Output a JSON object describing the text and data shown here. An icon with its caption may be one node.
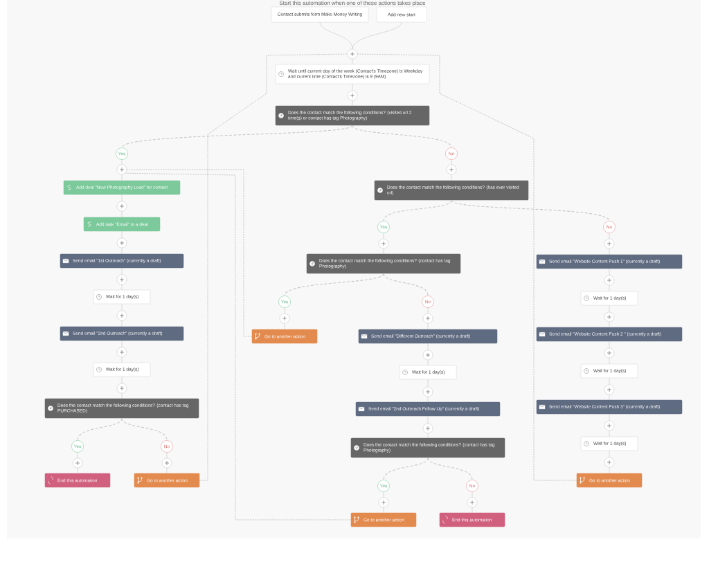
{
  "diagram": {
    "title": "Start this automation when one of these actions takes place",
    "nodes": [
      {
        "text": [
          "Contact submits form Make Money Writing"
        ]
      },
      {
        "text": [
          "Add new start"
        ]
      },
      {
        "text": [],
        "shape": "circle"
      },
      {
        "text": [
          "Wait until current day of the week (Contact's Timezone) is Weekday and current time (Contact's Timezone) is 9 (9AM)"
        ]
      },
      {
        "text": [],
        "shape": "circle"
      },
      {
        "text": [
          "Does the contact match the following conditions? (visited url 2 time(s) or contact has tag Photography)"
        ]
      },
      {
        "text": [
          "Yes"
        ]
      },
      {
        "text": [],
        "shape": "circle"
      },
      {
        "text": [
          "Add deal \"New Photography Lead\" for contact"
        ]
      },
      {
        "text": [],
        "shape": "circle"
      },
      {
        "text": [
          "Add task \"Email\" to a deal"
        ]
      },
      {
        "text": [],
        "shape": "circle"
      },
      {
        "text": [
          "Send email \"1st Outreach\" (currently a draft)"
        ]
      },
      {
        "text": [],
        "shape": "circle"
      },
      {
        "text": [
          "Wait for 1 day(s)"
        ]
      },
      {
        "text": [],
        "shape": "circle"
      },
      {
        "text": [
          "Send email \"2nd Outreach\" (currently a draft)"
        ]
      },
      {
        "text": [],
        "shape": "circle"
      },
      {
        "text": [
          "Wait for 1 day(s)"
        ]
      },
      {
        "text": [],
        "shape": "circle"
      },
      {
        "text": [
          "Does the contact match the following conditions? (contact has tag PURCHASED)"
        ]
      },
      {
        "text": [
          "Yes"
        ]
      },
      {
        "text": [],
        "shape": "circle"
      },
      {
        "text": [
          "End this automation"
        ]
      },
      {
        "text": [
          "No"
        ]
      },
      {
        "text": [],
        "shape": "circle"
      },
      {
        "text": [
          "Go to another action"
        ]
      },
      {
        "text": [
          "No"
        ]
      },
      {
        "text": [],
        "shape": "circle"
      },
      {
        "text": [
          "Does the contact match the following conditions? (has ever visited url)"
        ]
      },
      {
        "text": [
          "Yes"
        ]
      },
      {
        "text": [],
        "shape": "circle"
      },
      {
        "text": [
          "Does the contact match the following conditions? (contact has tag Photography)"
        ]
      },
      {
        "text": [
          "Yes"
        ]
      },
      {
        "text": [],
        "shape": "circle"
      },
      {
        "text": [
          "Go to another action"
        ]
      },
      {
        "text": [
          "No"
        ]
      },
      {
        "text": [],
        "shape": "circle"
      },
      {
        "text": [
          "Send email \"Different Outreach\" (currently a draft)"
        ]
      },
      {
        "text": [],
        "shape": "circle"
      },
      {
        "text": [
          "Wait for 1 day(s)"
        ]
      },
      {
        "text": [],
        "shape": "circle"
      },
      {
        "text": [
          "Send email \"2nd Outreach Follow Up\" (currently a draft)"
        ]
      },
      {
        "text": [],
        "shape": "circle"
      },
      {
        "text": [
          "Does the contact match the following conditions? (contact has tag Photography)"
        ]
      },
      {
        "text": [
          "Yes"
        ]
      },
      {
        "text": [],
        "shape": "circle"
      },
      {
        "text": [
          "Go to another action"
        ]
      },
      {
        "text": [
          "No"
        ]
      },
      {
        "text": [],
        "shape": "circle"
      },
      {
        "text": [
          "End this automation"
        ]
      },
      {
        "text": [
          "No"
        ]
      },
      {
        "text": [],
        "shape": "circle"
      },
      {
        "text": [
          "Send email \"Website Content Push 1\" (currently a draft)"
        ]
      },
      {
        "text": [],
        "shape": "circle"
      },
      {
        "text": [
          "Wait for 1 day(s)"
        ]
      },
      {
        "text": [],
        "shape": "circle"
      },
      {
        "text": [
          "Send email \"Website Content Push 2 \" (currently a draft)"
        ]
      },
      {
        "text": [],
        "shape": "circle"
      },
      {
        "text": [
          "Wait for 1 day(s)"
        ]
      },
      {
        "text": [],
        "shape": "circle"
      },
      {
        "text": [
          "Send email \"Website Content Push 3\" (currently a draft)"
        ]
      },
      {
        "text": [],
        "shape": "circle"
      },
      {
        "text": [
          "Wait for 1 day(s)"
        ]
      },
      {
        "text": [],
        "shape": "circle"
      },
      {
        "text": [
          "Go to another action"
        ]
      }
    ],
    "edges": [
      {
        "from": 0,
        "to": 2,
        "arrow": "none"
      },
      {
        "from": 1,
        "to": 2,
        "arrow": "none"
      },
      {
        "from": 2,
        "to": 3,
        "arrow": "none"
      },
      {
        "from": 3,
        "to": 4,
        "arrow": "none"
      },
      {
        "from": 4,
        "to": 5,
        "arrow": "none"
      },
      {
        "from": 5,
        "to": 6,
        "arrow": "none",
        "style": "dashed"
      },
      {
        "from": 5,
        "to": 27,
        "arrow": "none",
        "style": "dashed"
      },
      {
        "from": 6,
        "to": 7,
        "arrow": "none"
      },
      {
        "from": 7,
        "to": 8,
        "arrow": "none"
      },
      {
        "from": 8,
        "to": 9,
        "arrow": "none"
      },
      {
        "from": 9,
        "to": 10,
        "arrow": "none"
      },
      {
        "from": 10,
        "to": 11,
        "arrow": "none"
      },
      {
        "from": 11,
        "to": 12,
        "arrow": "none"
      },
      {
        "from": 12,
        "to": 13,
        "arrow": "none"
      },
      {
        "from": 13,
        "to": 14,
        "arrow": "none"
      },
      {
        "from": 14,
        "to": 15,
        "arrow": "none"
      },
      {
        "from": 15,
        "to": 16,
        "arrow": "none"
      },
      {
        "from": 16,
        "to": 17,
        "arrow": "none"
      },
      {
        "from": 17,
        "to": 18,
        "arrow": "none"
      },
      {
        "from": 18,
        "to": 19,
        "arrow": "none"
      },
      {
        "from": 19,
        "to": 20,
        "arrow": "none"
      },
      {
        "from": 20,
        "to": 21,
        "arrow": "none",
        "style": "dashed"
      },
      {
        "from": 20,
        "to": 24,
        "arrow": "none",
        "style": "dashed"
      },
      {
        "from": 21,
        "to": 22,
        "arrow": "none"
      },
      {
        "from": 22,
        "to": 23,
        "arrow": "none"
      },
      {
        "from": 24,
        "to": 25,
        "arrow": "none"
      },
      {
        "from": 25,
        "to": 26,
        "arrow": "none"
      },
      {
        "from": 27,
        "to": 28,
        "arrow": "none"
      },
      {
        "from": 28,
        "to": 29,
        "arrow": "none"
      },
      {
        "from": 29,
        "to": 30,
        "arrow": "none",
        "style": "dashed"
      },
      {
        "from": 29,
        "to": 51,
        "arrow": "none",
        "style": "dashed"
      },
      {
        "from": 30,
        "to": 31,
        "arrow": "none"
      },
      {
        "from": 31,
        "to": 32,
        "arrow": "none"
      },
      {
        "from": 32,
        "to": 33,
        "arrow": "none",
        "style": "dashed"
      },
      {
        "from": 32,
        "to": 36,
        "arrow": "none",
        "style": "dashed"
      },
      {
        "from": 33,
        "to": 34,
        "arrow": "none"
      },
      {
        "from": 34,
        "to": 35,
        "arrow": "none"
      },
      {
        "from": 36,
        "to": 37,
        "arrow": "none"
      },
      {
        "from": 37,
        "to": 38,
        "arrow": "none"
      },
      {
        "from": 38,
        "to": 39,
        "arrow": "none"
      },
      {
        "from": 39,
        "to": 40,
        "arrow": "none"
      },
      {
        "from": 40,
        "to": 41,
        "arrow": "none"
      },
      {
        "from": 41,
        "to": 42,
        "arrow": "none"
      },
      {
        "from": 42,
        "to": 43,
        "arrow": "none"
      },
      {
        "from": 43,
        "to": 44,
        "arrow": "none"
      },
      {
        "from": 44,
        "to": 45,
        "arrow": "none",
        "style": "dashed"
      },
      {
        "from": 44,
        "to": 48,
        "arrow": "none",
        "style": "dashed"
      },
      {
        "from": 45,
        "to": 46,
        "arrow": "none"
      },
      {
        "from": 46,
        "to": 47,
        "arrow": "none"
      },
      {
        "from": 48,
        "to": 49,
        "arrow": "none"
      },
      {
        "from": 49,
        "to": 50,
        "arrow": "none"
      },
      {
        "from": 51,
        "to": 52,
        "arrow": "none"
      },
      {
        "from": 52,
        "to": 53,
        "arrow": "none"
      },
      {
        "from": 53,
        "to": 54,
        "arrow": "none"
      },
      {
        "from": 54,
        "to": 55,
        "arrow": "none"
      },
      {
        "from": 55,
        "to": 56,
        "arrow": "none"
      },
      {
        "from": 56,
        "to": 57,
        "arrow": "none"
      },
      {
        "from": 57,
        "to": 58,
        "arrow": "none"
      },
      {
        "from": 58,
        "to": 59,
        "arrow": "none"
      },
      {
        "from": 59,
        "to": 60,
        "arrow": "none"
      },
      {
        "from": 60,
        "to": 61,
        "arrow": "none"
      },
      {
        "from": 61,
        "to": 62,
        "arrow": "none"
      },
      {
        "from": 62,
        "to": 63,
        "arrow": "none"
      },
      {
        "from": 63,
        "to": 64,
        "arrow": "none"
      },
      {
        "from": 64,
        "to": 65,
        "arrow": "none"
      },
      {
        "from": 26,
        "to": 2,
        "arrow": "none",
        "style": "dashed",
        "color": "#8c8c8c"
      },
      {
        "from": 65,
        "to": 2,
        "arrow": "none",
        "style": "dashed",
        "color": "#8c8c8c"
      },
      {
        "from": 35,
        "to": 7,
        "arrow": "none",
        "style": "dashed",
        "color": "#8c8c8c"
      },
      {
        "from": 47,
        "to": 7,
        "arrow": "none",
        "style": "dashed",
        "color": "#8c8c8c"
      }
    ]
  }
}
